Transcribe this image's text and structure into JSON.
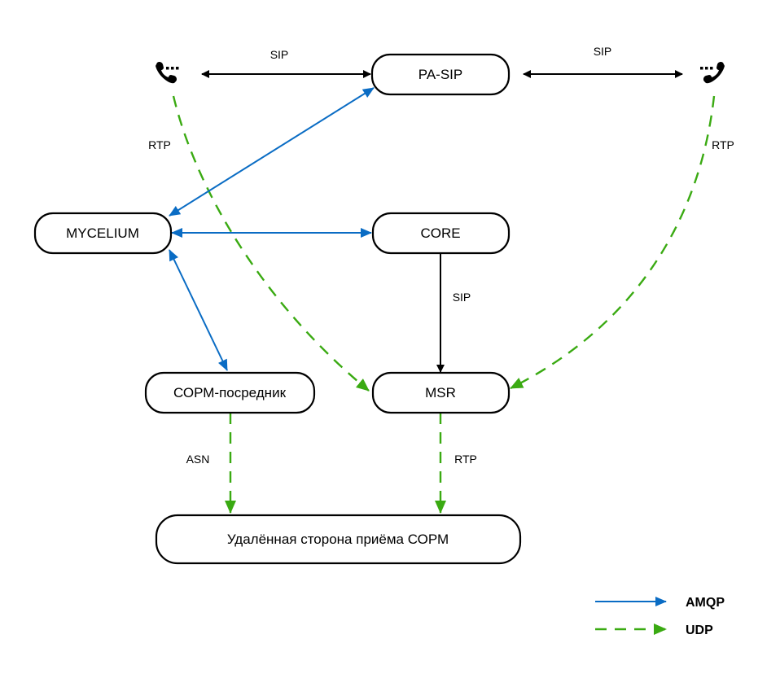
{
  "diagram": {
    "nodes": {
      "pa_sip": "PA-SIP",
      "mycelium": "MYCELIUM",
      "core": "CORE",
      "msr": "MSR",
      "sorm_proxy": "СОРМ-посредник",
      "remote": "Удалённая сторона приёма СОРМ"
    },
    "phones": {
      "left": "phone-outgoing-icon",
      "right": "phone-incoming-icon"
    },
    "edge_labels": {
      "sip_left": "SIP",
      "sip_right": "SIP",
      "rtp_left": "RTP",
      "rtp_right": "RTP",
      "sip_core_msr": "SIP",
      "asn": "ASN",
      "rtp_msr": "RTP"
    },
    "edges": [
      {
        "from": "phone-left",
        "to": "PA-SIP",
        "protocol": "SIP",
        "direction": "both"
      },
      {
        "from": "PA-SIP",
        "to": "phone-right",
        "protocol": "SIP",
        "direction": "both"
      },
      {
        "from": "MYCELIUM",
        "to": "PA-SIP",
        "protocol": "AMQP",
        "direction": "both"
      },
      {
        "from": "MYCELIUM",
        "to": "CORE",
        "protocol": "AMQP",
        "direction": "both"
      },
      {
        "from": "MYCELIUM",
        "to": "СОРМ-посредник",
        "protocol": "AMQP",
        "direction": "both"
      },
      {
        "from": "CORE",
        "to": "MSR",
        "protocol": "SIP",
        "direction": "forward"
      },
      {
        "from": "phone-left",
        "to": "MSR",
        "protocol": "UDP",
        "label": "RTP",
        "direction": "forward"
      },
      {
        "from": "phone-right",
        "to": "MSR",
        "protocol": "UDP",
        "label": "RTP",
        "direction": "forward"
      },
      {
        "from": "СОРМ-посредник",
        "to": "Удалённая сторона приёма СОРМ",
        "protocol": "UDP",
        "label": "ASN",
        "direction": "forward"
      },
      {
        "from": "MSR",
        "to": "Удалённая сторона приёма СОРМ",
        "protocol": "UDP",
        "label": "RTP",
        "direction": "forward"
      }
    ],
    "colors": {
      "amqp": "#0a6cc4",
      "udp": "#3aaa12",
      "sip": "#000000"
    }
  },
  "legend": {
    "amqp": "AMQP",
    "udp": "UDP"
  }
}
